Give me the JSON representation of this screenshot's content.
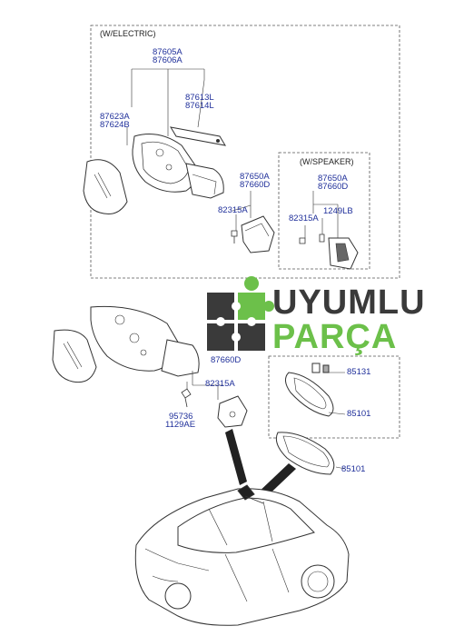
{
  "boxes": {
    "electric": "(W/ELECTRIC)",
    "speaker": "(W/SPEAKER)"
  },
  "labels": {
    "p87605A": "87605A",
    "p87606A": "87606A",
    "p87613L": "87613L",
    "p87614L": "87614L",
    "p87623A": "87623A",
    "p87624B": "87624B",
    "p87650A_1": "87650A",
    "p87660D_1": "87660D",
    "p82315A_1": "82315A",
    "p87650A_2": "87650A",
    "p87660D_2": "87660D",
    "p1249LB": "1249LB",
    "p82315A_2": "82315A",
    "p87660D_3": "87660D",
    "p82315A_3": "82315A",
    "p95736": "95736",
    "p1129AE": "1129AE",
    "p85131": "85131",
    "p85101_1": "85101",
    "p85101_2": "85101"
  },
  "watermark": {
    "word1": "UYUMLU",
    "word2": "PARÇA",
    "colors": {
      "dark": "#3a3a3a",
      "green": "#6cc04a"
    }
  },
  "colors": {
    "label": "#1f2f9a",
    "line": "#333333"
  }
}
